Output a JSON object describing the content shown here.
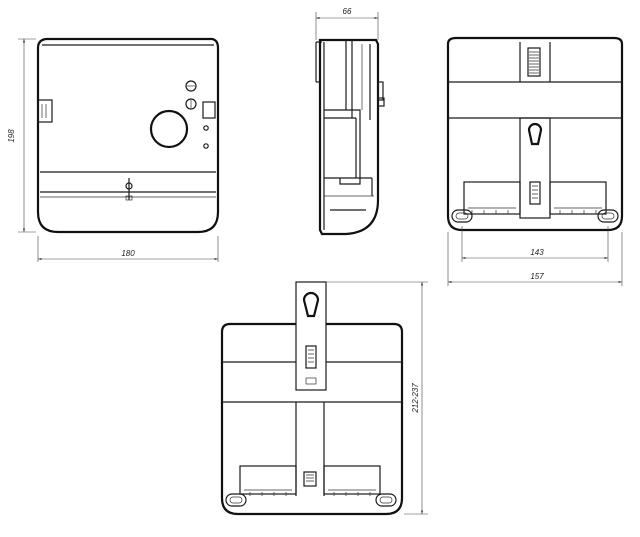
{
  "dimensions": {
    "front_height": "198",
    "front_width": "180",
    "side_depth": "66",
    "back_mount_spacing": "143",
    "back_width": "157",
    "mounted_height": "212-237"
  },
  "views": [
    "front-view",
    "side-view",
    "back-view",
    "back-view-extended-hanger"
  ]
}
